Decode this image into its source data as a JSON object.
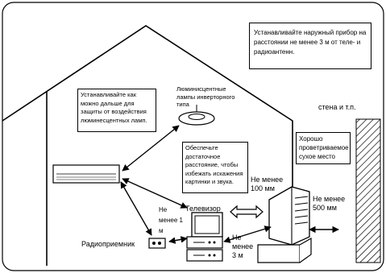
{
  "notes": {
    "outdoor_unit": "Устанавливайте наружный прибор на расстоянии не менее 3 м от теле- и радиоантенн.",
    "fluorescent": "Устанавливайте как можно дальше для защиты от воздействия люминесцентных ламп.",
    "distance": "Обеспечьте достаточное расстояние, чтобы избежать искажения картинки и звука.",
    "ventilated": "Хорошо проветриваемое сухое место"
  },
  "labels": {
    "lamps": "Люминисцентные лампы инверторного типа",
    "wall": "стена и т.п.",
    "min_100": "Не менее 100 мм",
    "min_500": "Не менее 500 мм",
    "min_1m": "Не менее 1 м",
    "tv": "Телевизор",
    "min_3m": "Не менее 3 м",
    "radio": "Радиоприемник"
  }
}
